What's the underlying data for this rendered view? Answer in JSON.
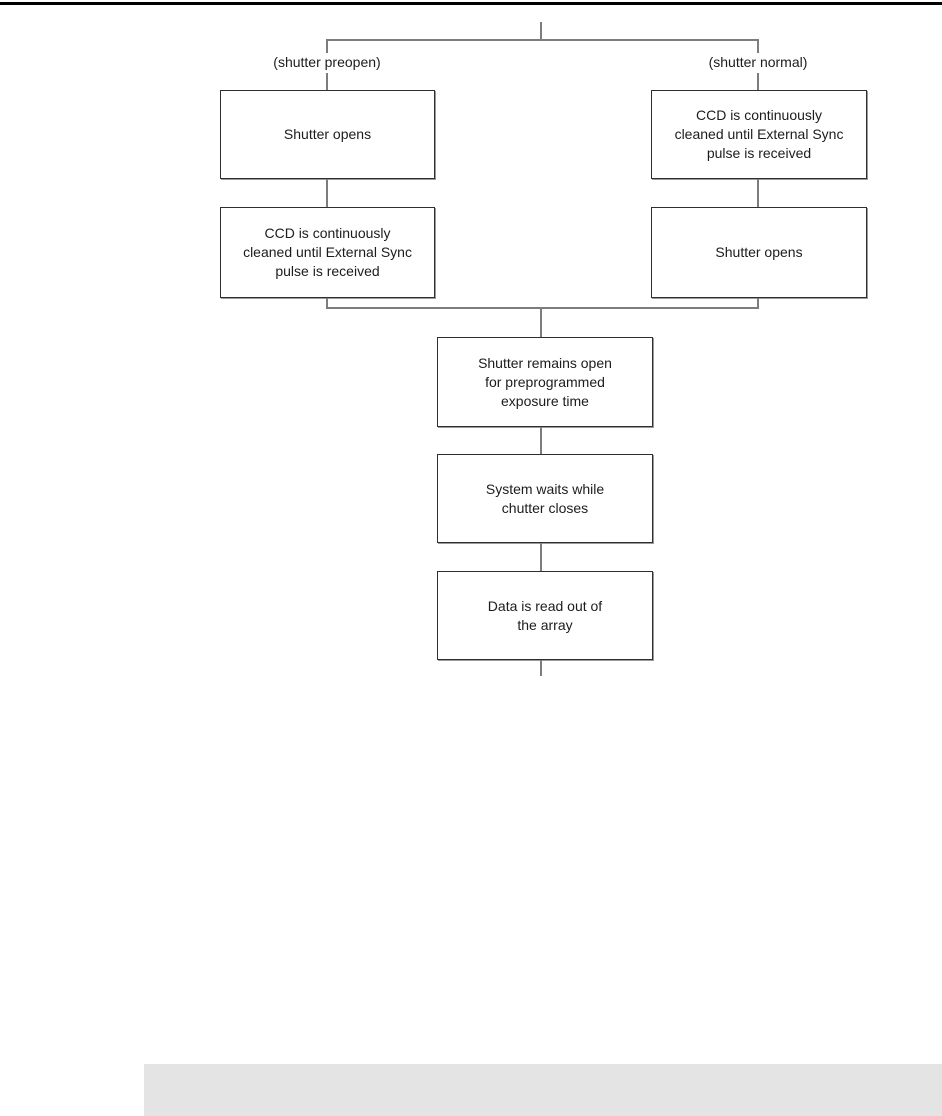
{
  "page": {
    "background_color": "#ffffff",
    "top_rule_color": "#000000",
    "connector_color": "#7d7d7d",
    "box_border_color": "#2f2f2f",
    "footer_bar_color": "#e4e4e4"
  },
  "flowchart": {
    "top_branch": {
      "left_label": "(shutter preopen)",
      "right_label": "(shutter normal)"
    },
    "left_branch": {
      "box1": "Shutter opens",
      "box2": "CCD is continuously\ncleaned until External Sync\npulse is received"
    },
    "right_branch": {
      "box1": "CCD is continuously\ncleaned until External Sync\npulse is received",
      "box2": "Shutter opens"
    },
    "main_sequence": {
      "box1": "Shutter remains open\nfor preprogrammed\nexposure time",
      "box2": "System waits while\nchutter closes",
      "box3": "Data is read out of\nthe array"
    }
  }
}
